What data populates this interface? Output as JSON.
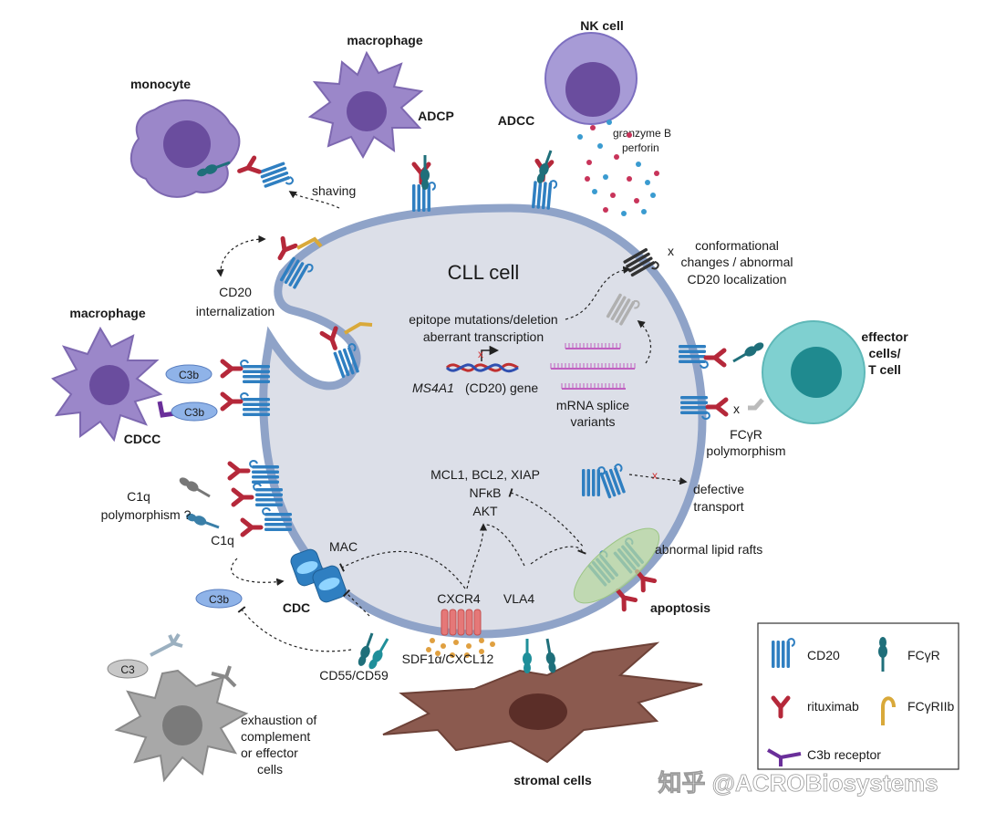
{
  "center": {
    "title": "CLL cell"
  },
  "cells": {
    "monocyte": "monocyte",
    "macrophage_top": "macrophage",
    "nk_cell": "NK cell",
    "macrophage_left": "macrophage",
    "effector": [
      "effector",
      "cells/",
      "T cell"
    ],
    "stromal": "stromal cells"
  },
  "mechanisms": {
    "adcp": "ADCP",
    "adcc": "ADCC",
    "cdcc": "CDCC",
    "cdc": "CDC",
    "apoptosis": "apoptosis",
    "shaving": "shaving",
    "granzyme": [
      "granzyme B",
      "perforin"
    ]
  },
  "labels": {
    "internalization": [
      "CD20",
      "internalization"
    ],
    "conformational": [
      "conformational",
      "changes / abnormal",
      "CD20 localization"
    ],
    "epitope": [
      "epitope mutations/deletion",
      "aberrant transcription"
    ],
    "gene_italic": "MS4A1",
    "gene_rest": " (CD20) gene",
    "splice": [
      "mRNA splice",
      "variants"
    ],
    "fcgr_poly": [
      "FCγR",
      "polymorphism"
    ],
    "signaling": [
      "MCL1, BCL2, XIAP",
      "NFκB",
      "AKT"
    ],
    "defective": [
      "defective",
      "transport"
    ],
    "lipid": "abnormal lipid rafts",
    "c1q_poly": [
      "C1q",
      "polymorphism ?"
    ],
    "c1q": "C1q",
    "mac": "MAC",
    "c3b": "C3b",
    "c3": "C3",
    "cxcr4": "CXCR4",
    "vla4": "VLA4",
    "sdf": "SDF1α/CXCL12",
    "cd55": "CD55/CD59",
    "exhaustion": [
      "exhaustion of",
      "complement",
      "or effector",
      "cells"
    ],
    "x_mark": "x"
  },
  "legend": {
    "items": [
      "CD20",
      "FCγR",
      "rituximab",
      "FCγRIIb",
      "C3b receptor"
    ]
  },
  "watermark": "知乎 @ACROBiosystems",
  "colors": {
    "cll_fill": "#dcdfe8",
    "cll_border": "#8fa3c8",
    "cd20": "#2f7fc1",
    "rituximab": "#b5283a",
    "fcgr": "#1f6f7a",
    "fcgr2b": "#d9a93a",
    "c3b_receptor": "#6a2f9a",
    "purple_cell": "#9b87c9",
    "purple_nucleus": "#6a4d9e",
    "nk_cell": "#a79bd6",
    "tcell": "#7fd0d0",
    "tcell_nucleus": "#1f8a8f",
    "stromal": "#8b5a4f",
    "stromal_nucleus": "#5b2e28",
    "gray_cell": "#9a9a9a",
    "lipid": "#b7d7a0",
    "c3b_fill": "#8fb3e8"
  }
}
